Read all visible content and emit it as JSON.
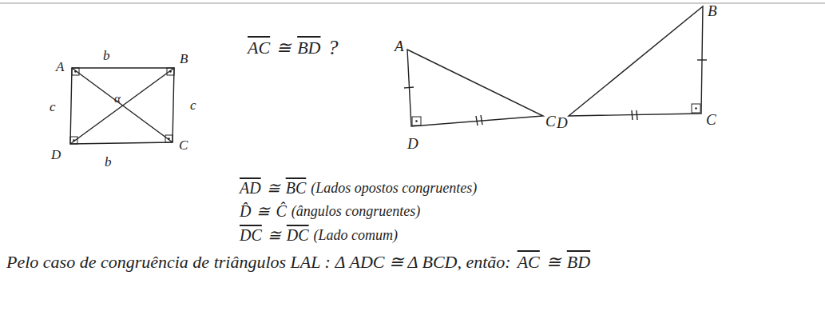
{
  "diagram": {
    "labels": [
      "A",
      "b",
      "B",
      "c",
      "α",
      "c",
      "D",
      "C",
      "b",
      "AC",
      "≅",
      "BD",
      "?",
      "A",
      "D",
      "C",
      "D",
      "B",
      "C",
      "AD",
      "≅",
      "BC",
      "(Lados opostos congruentes)",
      "D̂",
      "≅",
      "Ĉ",
      "(ângulos congruentes)",
      "DC",
      "≅",
      "DC",
      "(Lado comum)",
      "Pelo caso de congruência de triângulos LAL : Δ ADC ≅ Δ BCD, então:",
      "AC",
      "≅",
      "BD"
    ]
  }
}
